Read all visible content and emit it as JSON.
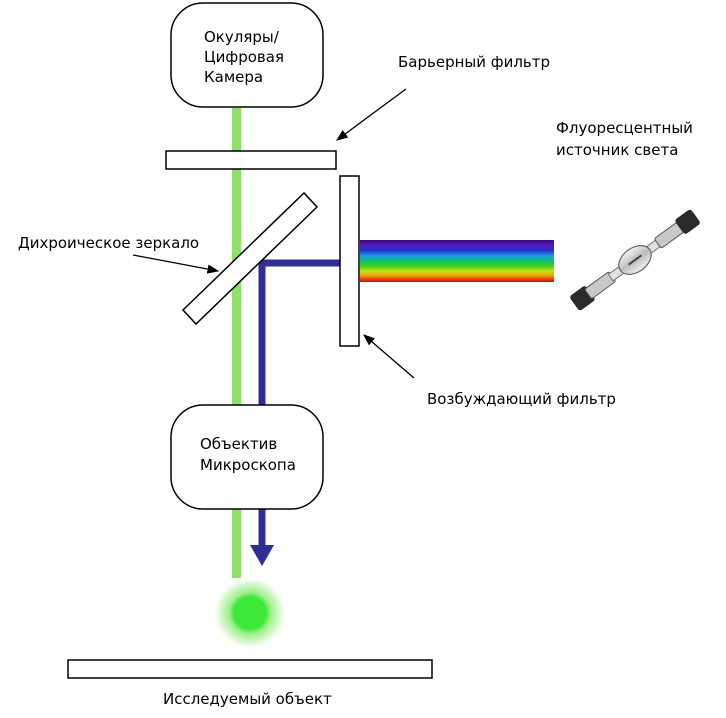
{
  "labels": {
    "eyepiece": [
      "Окуляры/",
      "Цифровая",
      "Камера"
    ],
    "barrier_filter": "Барьерный фильтр",
    "light_source": [
      "Флуоресцентный",
      "источник света"
    ],
    "dichroic_mirror": "Дихроическое зеркало",
    "excitation_filter": "Возбуждающий фильтр",
    "objective": [
      "Объектив",
      "Микроскопа"
    ],
    "specimen": "Исследуемый объект"
  },
  "colors": {
    "emission_beam": "#8fdf6a",
    "excitation_beam": "#2e2e96",
    "glow_center": "#3ee83a",
    "spectrum": [
      "#3a0a7a",
      "#5a1ab8",
      "#2030d0",
      "#1ea0e0",
      "#10c070",
      "#40d020",
      "#c8e010",
      "#f0a010",
      "#e84010",
      "#c01010"
    ]
  }
}
